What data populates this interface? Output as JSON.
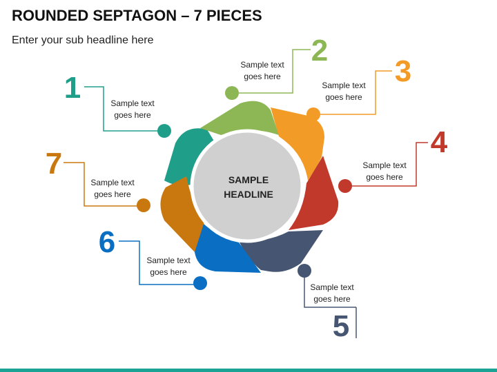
{
  "slide": {
    "title": "ROUNDED SEPTAGON – 7 PIECES",
    "subtitle": "Enter your sub headline here"
  },
  "center": {
    "line1": "SAMPLE",
    "line2": "HEADLINE"
  },
  "colors": {
    "p1": "#1f9e8a",
    "p2": "#8db654",
    "p3": "#f29b26",
    "p4": "#c0392b",
    "p5": "#465672",
    "p6": "#0a6fc2",
    "p7": "#c9780f",
    "center_fill": "#d0d0d0",
    "accent_bar": "#1ba395"
  },
  "pieces": [
    {
      "number": "1",
      "line1": "Sample text",
      "line2": "goes here"
    },
    {
      "number": "2",
      "line1": "Sample text",
      "line2": "goes here"
    },
    {
      "number": "3",
      "line1": "Sample text",
      "line2": "goes here"
    },
    {
      "number": "4",
      "line1": "Sample text",
      "line2": "goes here"
    },
    {
      "number": "5",
      "line1": "Sample text",
      "line2": "goes here"
    },
    {
      "number": "6",
      "line1": "Sample text",
      "line2": "goes here"
    },
    {
      "number": "7",
      "line1": "Sample text",
      "line2": "goes here"
    }
  ]
}
